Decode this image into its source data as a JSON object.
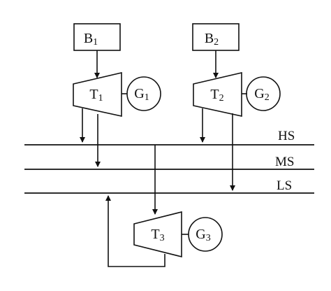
{
  "boilers": [
    {
      "letter": "B",
      "sub": "1"
    },
    {
      "letter": "B",
      "sub": "2"
    }
  ],
  "turbines": [
    {
      "letter": "T",
      "sub": "1"
    },
    {
      "letter": "T",
      "sub": "2"
    },
    {
      "letter": "T",
      "sub": "3"
    }
  ],
  "generators": [
    {
      "letter": "G",
      "sub": "1"
    },
    {
      "letter": "G",
      "sub": "2"
    },
    {
      "letter": "G",
      "sub": "3"
    }
  ],
  "buses": [
    "HS",
    "MS",
    "LS"
  ],
  "colors": {
    "ink": "#111111",
    "background": "#ffffff"
  }
}
